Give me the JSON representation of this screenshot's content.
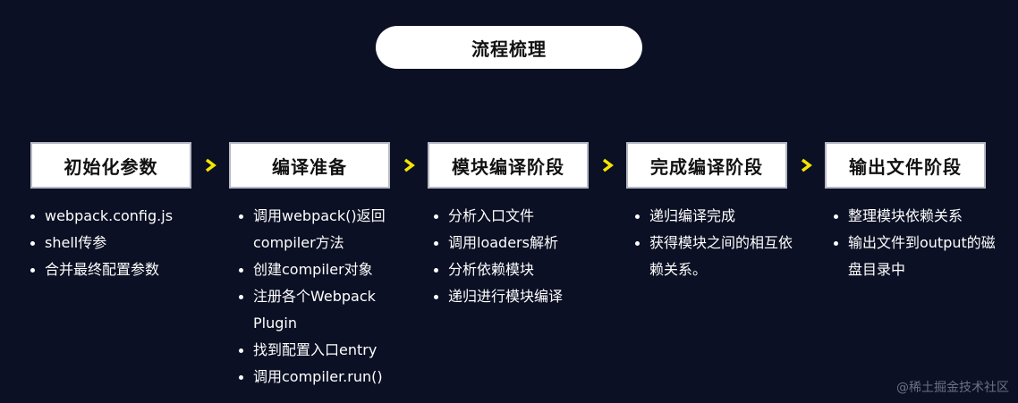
{
  "title": "流程梳理",
  "stages": [
    {
      "label": "初始化参数",
      "bullets": [
        "webpack.config.js",
        "shell传参",
        "合并最终配置参数"
      ]
    },
    {
      "label": "编译准备",
      "bullets": [
        "调用webpack()返回compiler方法",
        "创建compiler对象",
        "注册各个Webpack Plugin",
        "找到配置入口entry",
        "调用compiler.run()"
      ]
    },
    {
      "label": "模块编译阶段",
      "bullets": [
        "分析入口文件",
        "调用loaders解析",
        "分析依赖模块",
        "递归进行模块编译"
      ]
    },
    {
      "label": "完成编译阶段",
      "bullets": [
        "递归编译完成",
        "获得模块之间的相互依赖关系。"
      ]
    },
    {
      "label": "输出文件阶段",
      "bullets": [
        "整理模块依赖关系",
        "输出文件到output的磁盘目录中"
      ]
    }
  ],
  "watermark": "@稀土掘金技术社区",
  "colors": {
    "background": "#0b1024",
    "arrow": "#f5e400",
    "box_border": "#b7b9c4"
  },
  "icons": {
    "arrow": "chevron-right-icon"
  }
}
